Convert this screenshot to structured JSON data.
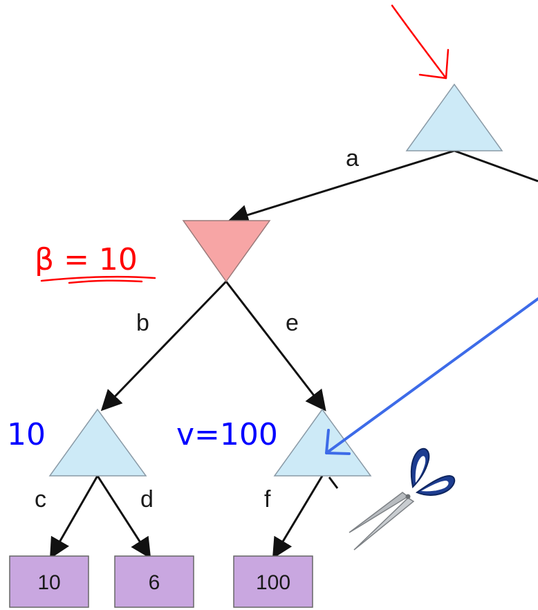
{
  "tree": {
    "edges": [
      "a",
      "b",
      "e",
      "c",
      "d",
      "f"
    ],
    "leaves": [
      "10",
      "6",
      "100"
    ]
  },
  "annotations": {
    "beta": "β = 10",
    "min_value_left": "10",
    "v_value": "v=100"
  },
  "colors": {
    "max_node": "#cdeaf7",
    "min_node": "#f7a5a5",
    "leaf": "#c9a7e0",
    "annotation_red": "#ff0000",
    "annotation_blue": "#0000ff",
    "pointer_arrow": "#3d6be8"
  },
  "icons": [
    "scissors-icon",
    "red-pointer-arrow",
    "blue-pointer-arrow"
  ]
}
